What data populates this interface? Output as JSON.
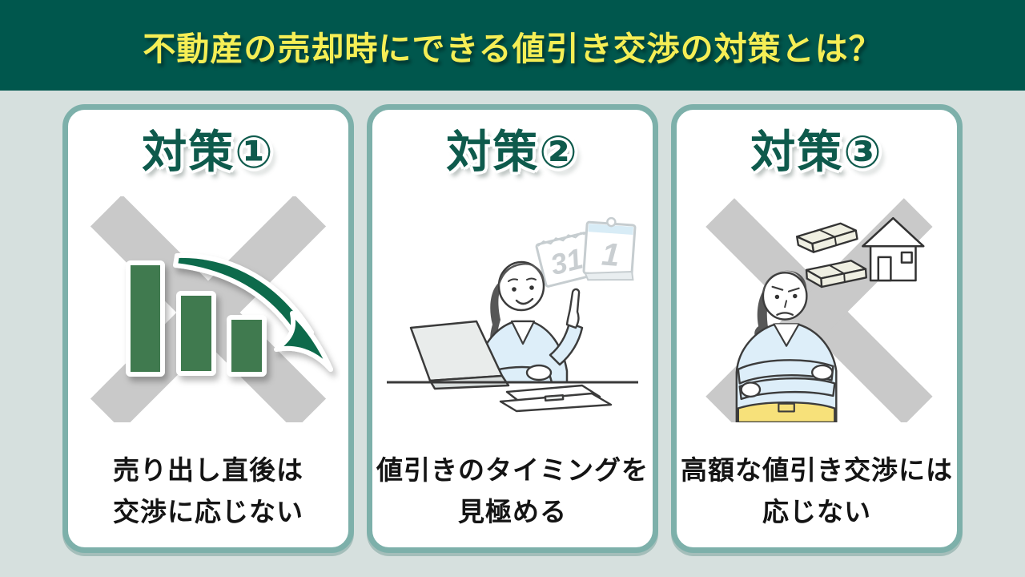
{
  "header": {
    "title": "不動産の売却時にできる値引き交渉の対策とは？"
  },
  "cards": [
    {
      "id": "taisaku-1",
      "title": "対策①",
      "illustration": "declining-bar-chart-crossed-out-with-down-arrow",
      "caption_line1": "売り出し直後は",
      "caption_line2": "交渉に応じない"
    },
    {
      "id": "taisaku-2",
      "title": "対策②",
      "illustration": "woman-pointing-up-with-calendar",
      "calendar_left_number": "31",
      "calendar_right_number": "1",
      "caption_line1": "値引きのタイミングを",
      "caption_line2": "見極める"
    },
    {
      "id": "taisaku-3",
      "title": "対策③",
      "illustration": "worried-woman-arms-crossed-money-house-crossed-out",
      "caption_line1": "高額な値引き交渉には",
      "caption_line2": "応じない"
    }
  ],
  "colors": {
    "header_bg": "#00574d",
    "title_yellow": "#f5ee55",
    "page_bg": "#d6e0de",
    "card_border_teal": "#7db0aa",
    "card_bg": "#ffffff",
    "heading_green": "#0e5a4c",
    "bar_green": "#3f7a4f",
    "arrow_green": "#0c6a4b",
    "cross_gray": "#c9c9c9",
    "caption_black": "#141414",
    "blouse_blue": "#ddeef9",
    "pants_yellow": "#f7e17a",
    "money_cream": "#efefe2",
    "outline_dark": "#3a3a3a",
    "calendar_gray": "#c6cdd0",
    "calendar_blue": "#d8ecf6"
  }
}
